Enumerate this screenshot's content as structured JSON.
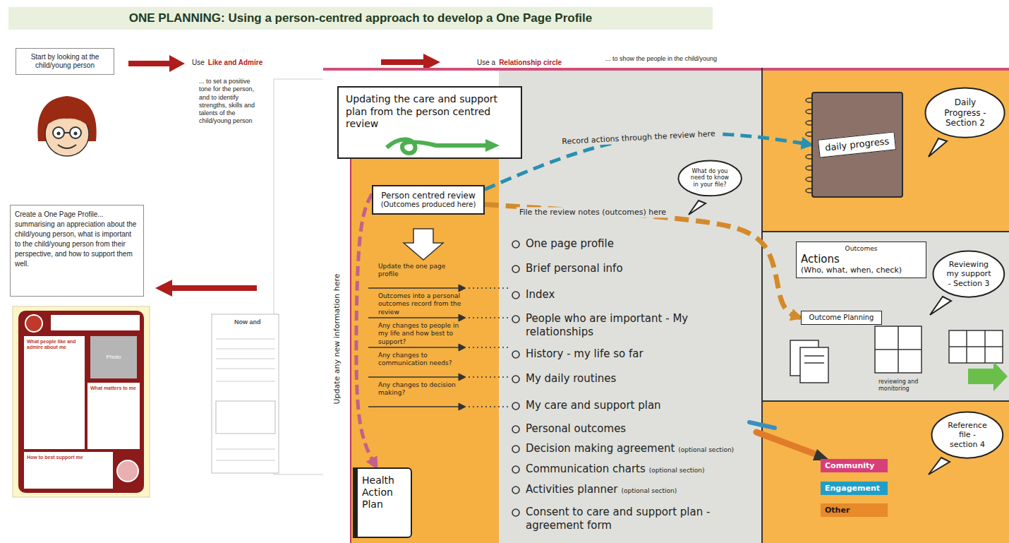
{
  "diagram": {
    "title": "ONE PLANNING: Using a person-centred approach to develop a One Page Profile",
    "nodes": [
      {
        "text": [
          "Start by looking at the child/young person"
        ]
      },
      {
        "text": [
          "Create a One Page Profile... summarising an appreciation about the child/young person, what is important to the child/young person from their perspective, and how to support them well."
        ]
      },
      {
        "text": [
          "What people like and admire about me"
        ]
      },
      {
        "text": [
          "Photo"
        ]
      },
      {
        "text": [
          "What matters to me"
        ]
      },
      {
        "text": [
          "How to best support me"
        ]
      },
      {
        "text": [
          "Updating the care and support plan from the person centred review"
        ]
      },
      {
        "text": [
          "Person centred review",
          "(Outcomes produced here)"
        ]
      },
      {
        "text": [
          "daily progress"
        ]
      },
      {
        "text": [
          "Health Action Plan"
        ]
      },
      {
        "text": [
          "What do you need to know in your file?"
        ]
      },
      {
        "text": [
          "Daily Progress - Section 2"
        ]
      },
      {
        "text": [
          "Outcomes",
          "Actions",
          "(Who, what, when, check)"
        ]
      },
      {
        "text": [
          "Outcome Planning"
        ]
      },
      {
        "text": [
          "Reviewing my support - Section 3"
        ]
      },
      {
        "text": [
          "Reference file - section 4"
        ]
      },
      {
        "text": [
          "Community"
        ]
      },
      {
        "text": [
          "Engagement"
        ]
      },
      {
        "text": [
          "Other"
        ]
      }
    ],
    "edges": [
      {
        "from": 7,
        "to": 8,
        "arrow": "to",
        "label": "Record actions through the review here"
      },
      {
        "from": 7,
        "to": 13,
        "arrow": "to",
        "label": "File the review notes (outcomes) here"
      },
      {
        "from": 7,
        "to": 9,
        "arrow": "to",
        "label": "Update any new information here"
      }
    ],
    "labels": [
      "Use",
      "Like and Admire",
      "... to set a positive tone for the person, and to identify strengths, skills and talents of the child/young person",
      "Use a",
      "Relationship circle",
      "... to show the people in the child/young",
      "Now and",
      "Update the one page profile",
      "Outcomes into a personal outcomes record from the review",
      "Any changes to people in my life and how best to support?",
      "Any changes to communication needs?",
      "Any changes to decision making?",
      "One page profile",
      "Brief personal info",
      "Index",
      "People who are important - My relationships",
      "History - my life so far",
      "My daily routines",
      "My care and support plan",
      "Personal outcomes",
      "Decision making agreement",
      "(optional section)",
      "Communication charts",
      "(optional section)",
      "Activities planner",
      "(optional section)",
      "Consent to care and support plan - agreement form",
      "reviewing and monitoring"
    ]
  }
}
